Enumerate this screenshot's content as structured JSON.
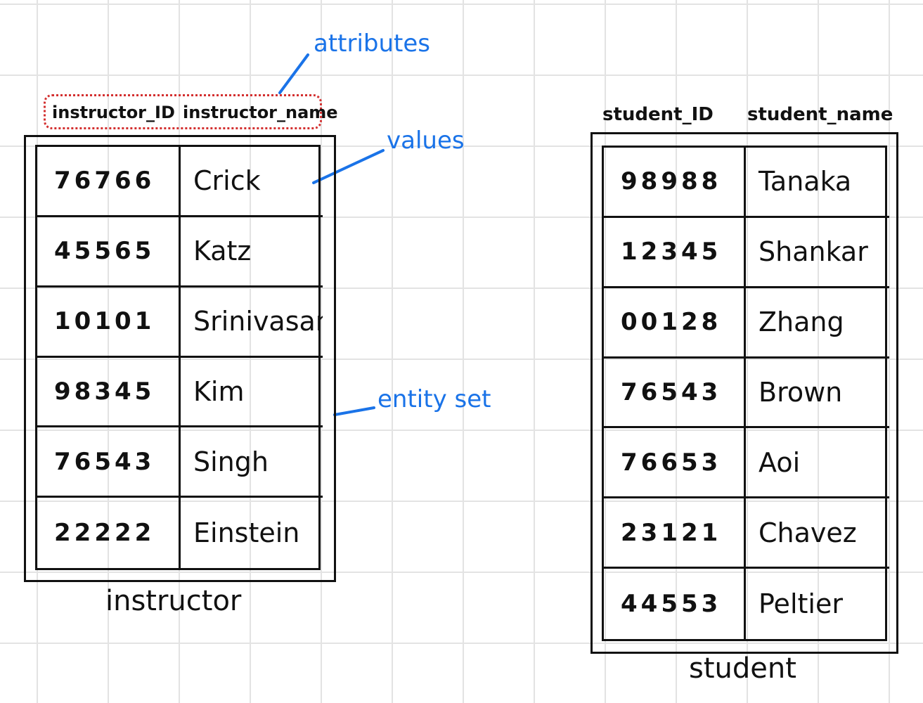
{
  "instructor": {
    "name": "instructor",
    "headers": [
      "instructor_ID",
      "instructor_name"
    ],
    "rows": [
      {
        "id": "76766",
        "name": "Crick"
      },
      {
        "id": "45565",
        "name": "Katz"
      },
      {
        "id": "10101",
        "name": "Srinivasan"
      },
      {
        "id": "98345",
        "name": "Kim"
      },
      {
        "id": "76543",
        "name": "Singh"
      },
      {
        "id": "22222",
        "name": "Einstein"
      }
    ]
  },
  "student": {
    "name": "student",
    "headers": [
      "student_ID",
      "student_name"
    ],
    "rows": [
      {
        "id": "98988",
        "name": "Tanaka"
      },
      {
        "id": "12345",
        "name": "Shankar"
      },
      {
        "id": "00128",
        "name": "Zhang"
      },
      {
        "id": "76543",
        "name": "Brown"
      },
      {
        "id": "76653",
        "name": "Aoi"
      },
      {
        "id": "23121",
        "name": "Chavez"
      },
      {
        "id": "44553",
        "name": "Peltier"
      }
    ]
  },
  "annotations": {
    "attributes": "attributes",
    "values": "values",
    "entity_set": "entity set"
  },
  "colors": {
    "annotation": "#1a73e8",
    "attribute_outline": "#d32f2f",
    "ink": "#111111"
  }
}
